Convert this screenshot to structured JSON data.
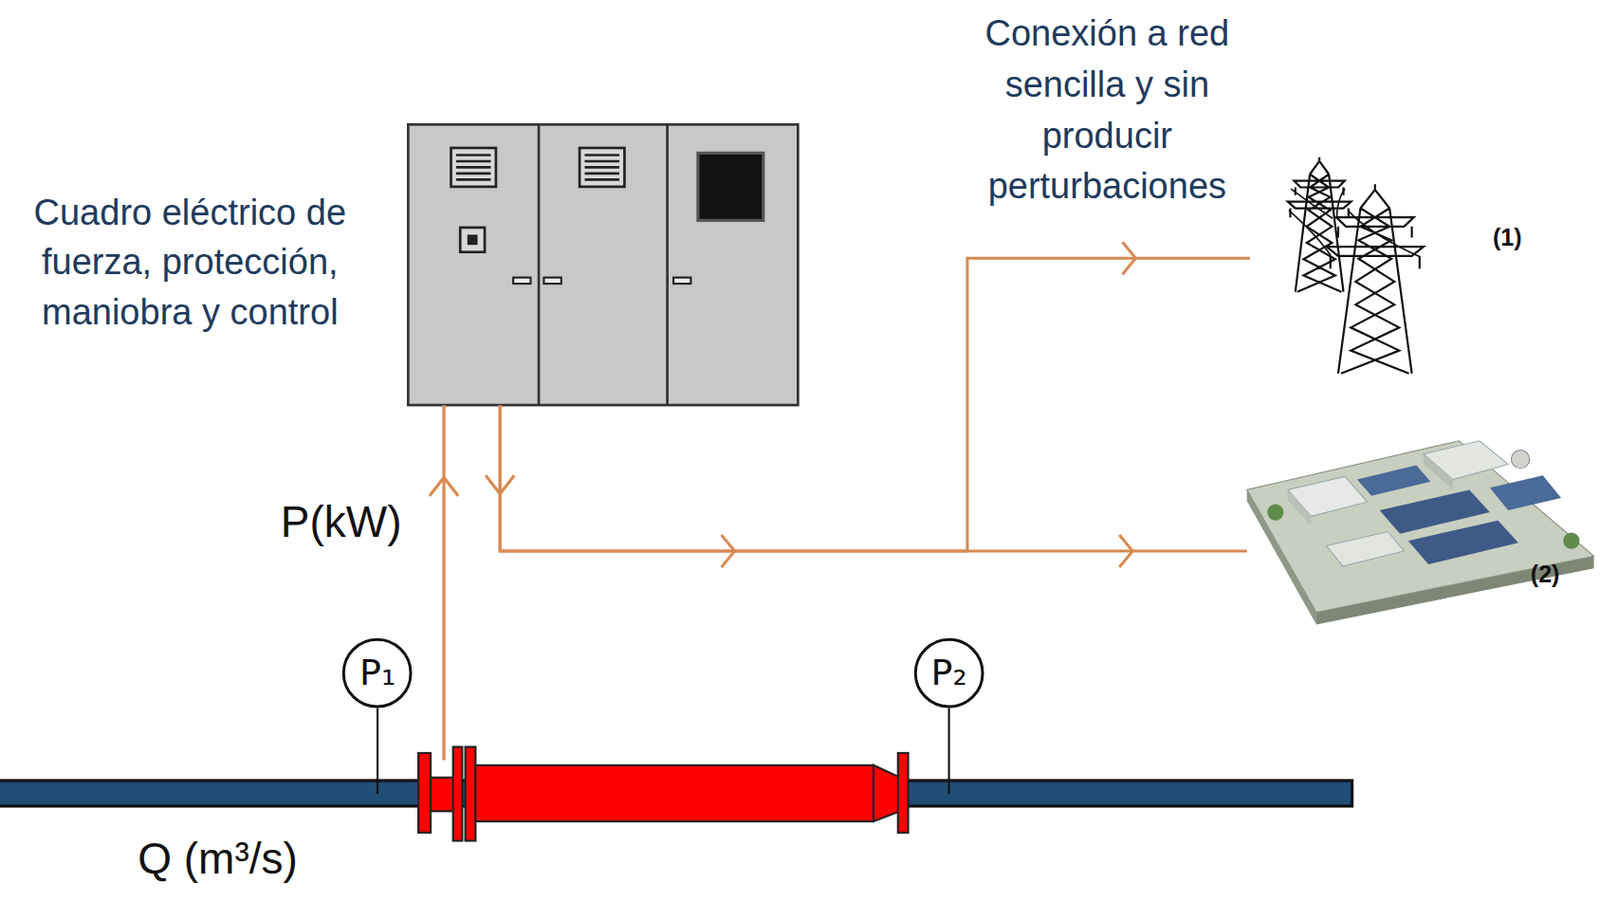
{
  "diagram": {
    "nodes": [
      {
        "text": [
          "Cuadro eléctrico de fuerza, protección, maniobra y control"
        ]
      },
      {
        "text": [
          "(1)"
        ]
      },
      {
        "text": [
          "(2)"
        ]
      },
      {
        "text": [
          "P₁"
        ]
      },
      {
        "text": [
          "P₂"
        ]
      }
    ],
    "edges": [
      {
        "from": 0,
        "to": 1,
        "arrow": "to",
        "label": "Conexión a red sencilla y sin producir perturbaciones"
      },
      {
        "from": 0,
        "to": 2,
        "arrow": "to"
      }
    ],
    "labels": [
      "P(kW)",
      "Q (m³/s)"
    ]
  }
}
